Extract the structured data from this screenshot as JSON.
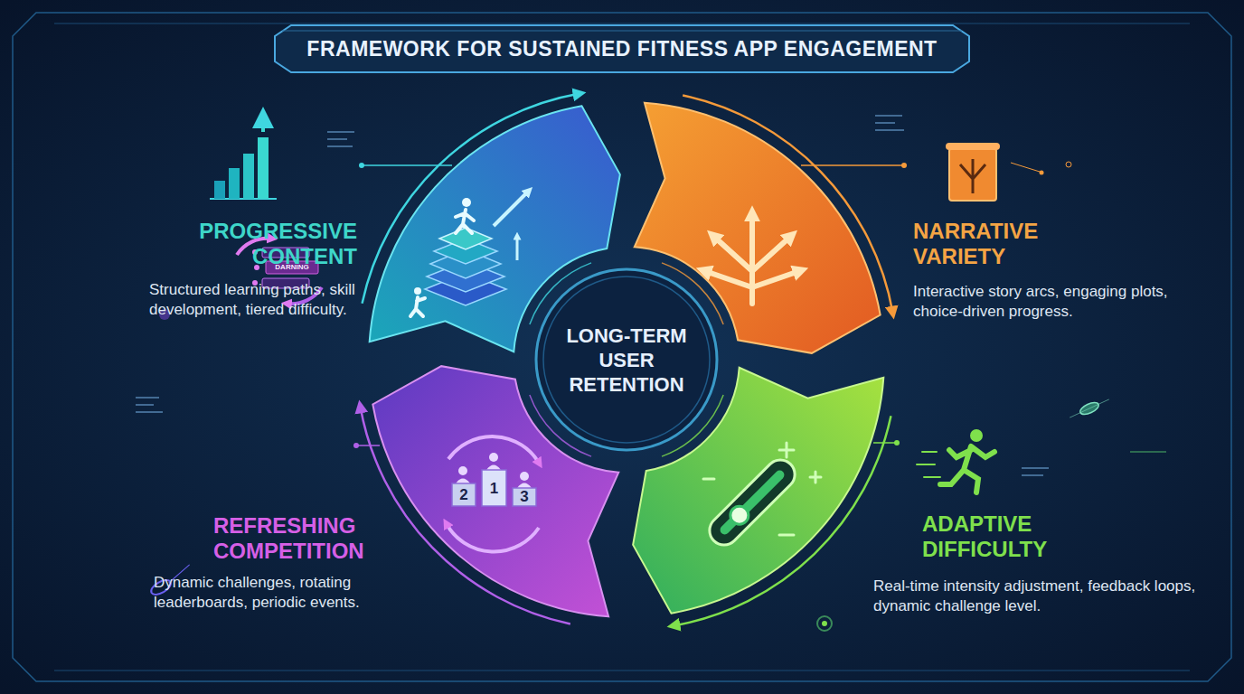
{
  "diagram": {
    "title": "FRAMEWORK FOR SUSTAINED FITNESS APP ENGAGEMENT",
    "nodes": [
      {
        "text": [
          "LONG-TERM USER RETENTION"
        ]
      }
    ],
    "labels": [
      "PROGRESSIVE CONTENT",
      "Structured learning paths, skill development, tiered difficulty.",
      "NARRATIVE VARIETY",
      "Interactive story arcs, engaging plots, choice-driven progress.",
      "REFRESHING COMPETITION",
      "Dynamic challenges, rotating leaderboards, periodic events.",
      "ADAPTIVE DIFFICULTY",
      "Real-time intensity adjustment, feedback loops, dynamic challenge level.",
      "DARNING",
      "2",
      "1",
      "3"
    ]
  }
}
